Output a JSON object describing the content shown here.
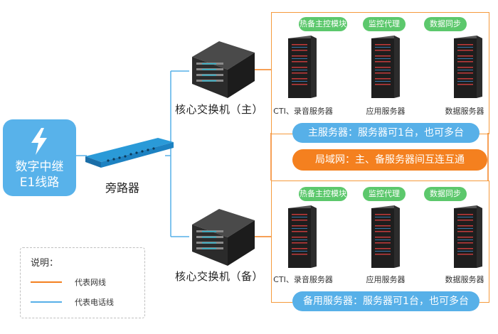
{
  "source": {
    "label_line1": "数字中继",
    "label_line2": "E1线路",
    "icon": "lightning-icon"
  },
  "bypass": {
    "label": "旁路器"
  },
  "switches": {
    "main": {
      "label": "核心交换机（主）"
    },
    "backup": {
      "label": "核心交换机（备）"
    }
  },
  "main_group": {
    "modules": [
      "热备主控模块",
      "监控代理",
      "数据同步"
    ],
    "servers": [
      "CTI、录音服务器",
      "应用服务器",
      "数据服务器"
    ],
    "footer": "主服务器：服务器可1台，也可多台"
  },
  "lan": {
    "label": "局域网：主、备服务器间互连互通"
  },
  "backup_group": {
    "modules": [
      "热备主控模块",
      "监控代理",
      "数据同步"
    ],
    "servers": [
      "CTI、录音服务器",
      "应用服务器",
      "数据服务器"
    ],
    "footer": "备用服务器：服务器可1台，也可多台"
  },
  "legend": {
    "title": "说明：",
    "items": [
      {
        "label": "代表网线",
        "color": "#f4801f"
      },
      {
        "label": "代表电话线",
        "color": "#57b0e8"
      }
    ]
  },
  "colors": {
    "network": "#f4801f",
    "phone": "#57b0e8",
    "module": "#5cc86c"
  }
}
